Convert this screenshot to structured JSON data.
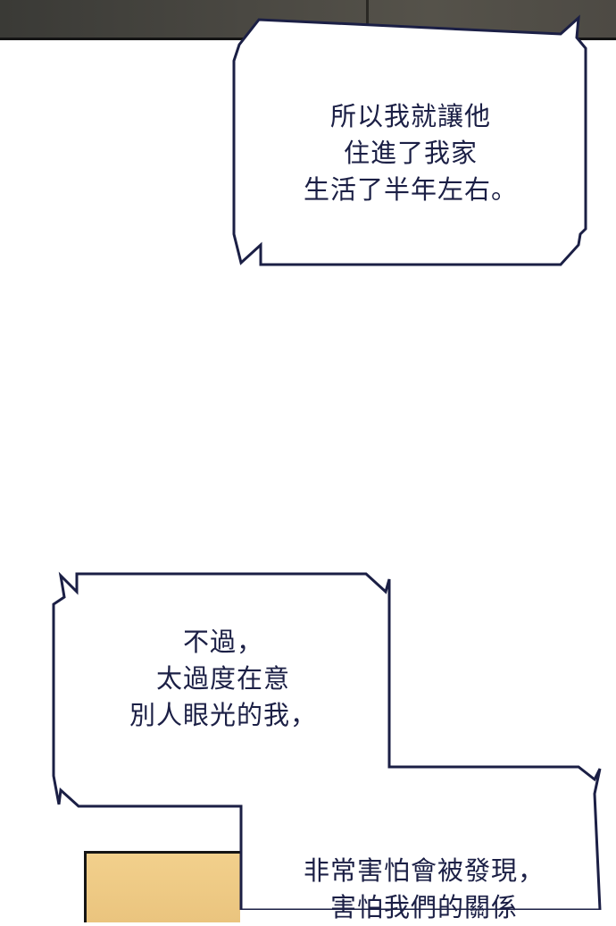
{
  "colors": {
    "ink": "#1b1f45",
    "bubble_border": "#1b1f45",
    "background": "#ffffff",
    "wood": "#eac47e"
  },
  "bubbles": [
    {
      "lines": [
        "所以我就讓他",
        "住進了我家",
        "生活了半年左右。"
      ]
    },
    {
      "lines": [
        "不過，",
        "太過度在意",
        "別人眼光的我，"
      ]
    },
    {
      "lines": [
        "非常害怕會被發現，",
        "害怕我們的關係"
      ]
    }
  ]
}
